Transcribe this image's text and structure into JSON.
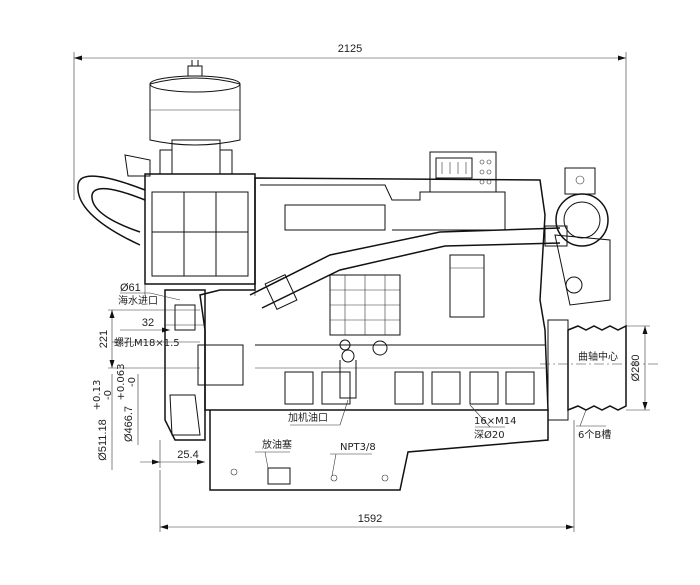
{
  "dimensions": {
    "overall_length": "2125",
    "base_length": "1592",
    "height_221": "221",
    "offset_32": "32",
    "offset_25_4": "25.4",
    "flywheel_outer": "Ø511.18",
    "flywheel_outer_tol": "+0.13\n-0",
    "flywheel_spigot": "Ø466.7",
    "flywheel_spigot_tol": "+0.063\n-0",
    "pulley_dia": "Ø280",
    "hose_dia": "Ø61"
  },
  "annotations": {
    "sea_water_inlet": "海水进口",
    "bolt_holes": "螺孔M18×1.5",
    "oil_filler": "加机油口",
    "drain_plug": "放油塞",
    "thread": "NPT3/8",
    "mount_holes_1": "16×M14",
    "mount_holes_2": "深Ø20",
    "crank_center": "曲轴中心",
    "pulley_grooves": "6个B槽"
  },
  "colors": {
    "line": "#111111",
    "text": "#222222",
    "background": "#ffffff"
  }
}
